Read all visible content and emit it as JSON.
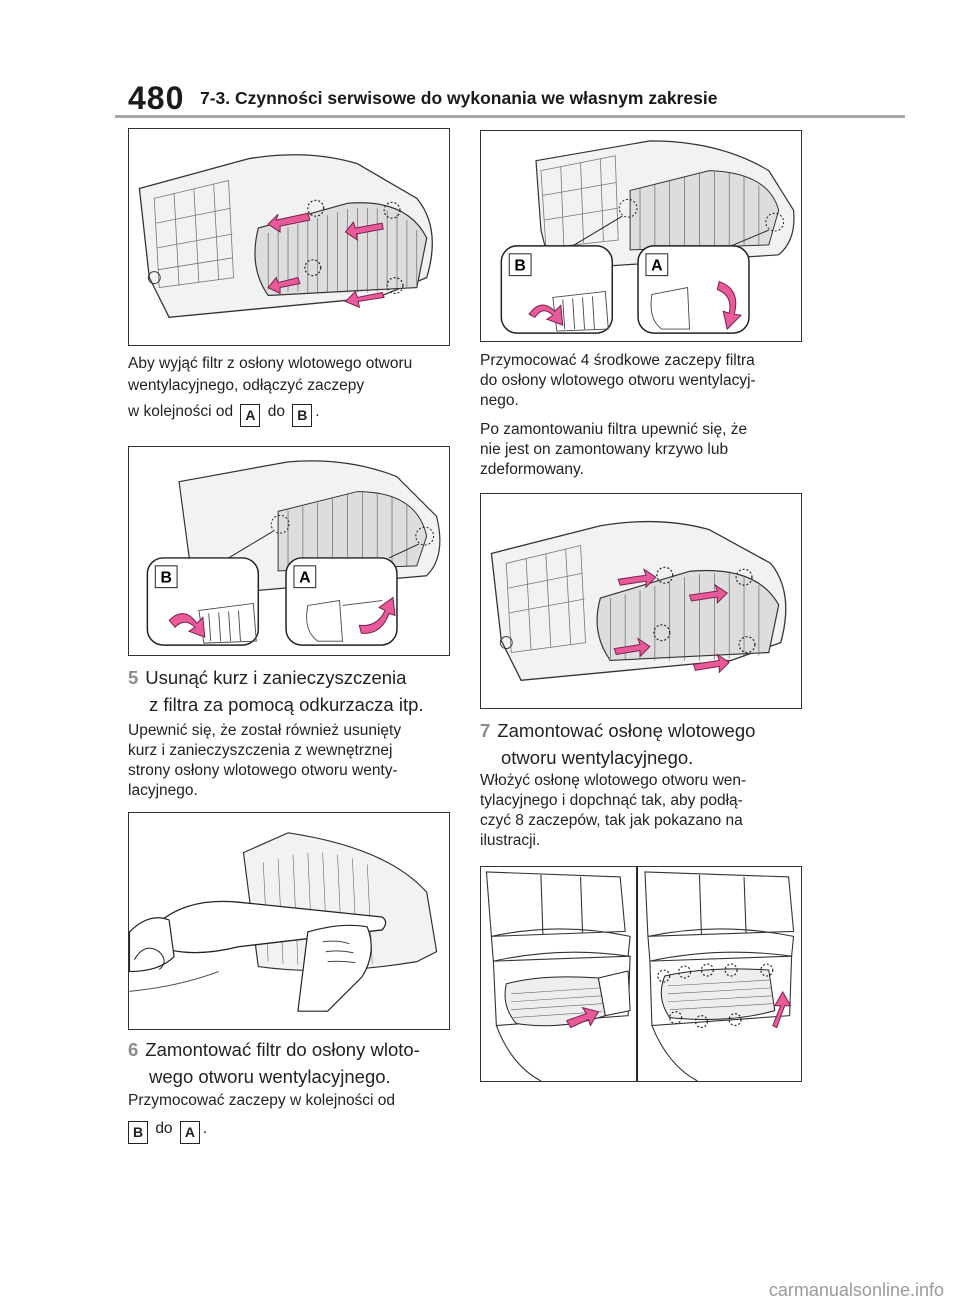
{
  "header": {
    "page_number": "480",
    "section_title": "7-3. Czynności serwisowe do wykonania we własnym zakresie"
  },
  "left": {
    "p1_line1": "Aby wyjąć filtr z osłony wlotowego otworu",
    "p1_line2": "wentylacyjnego, odłączyć zaczepy",
    "p1_line3_a": "w kolejności od",
    "p1_line3_b": "do",
    "p1_line3_c": ".",
    "step5_num": "5",
    "step5_line1": "Usunąć kurz i zanieczyszczenia",
    "step5_line2": "z filtra za pomocą odkurzacza itp.",
    "step5_body": [
      "Upewnić się, że został również usunięty",
      "kurz i zanieczyszczenia z wewnętrznej",
      "strony osłony wlotowego otworu wenty-",
      "lacyjnego."
    ],
    "step6_num": "6",
    "step6_line1": "Zamontować filtr do osłony wloto-",
    "step6_line2": "wego otworu wentylacyjnego.",
    "step6_body_1": "Przymocować zaczepy w kolejności od",
    "step6_body_2": "do",
    "step6_body_3": "."
  },
  "right": {
    "p1": [
      "Przymocować 4 środkowe zaczepy filtra",
      "do osłony wlotowego otworu wentylacyj-",
      "nego."
    ],
    "p2": [
      "Po zamontowaniu filtra upewnić się, że",
      "nie jest on zamontowany krzywo lub",
      "zdeformowany."
    ],
    "step7_num": "7",
    "step7_line1": "Zamontować osłonę wlotowego",
    "step7_line2": "otworu wentylacyjnego.",
    "step7_body": [
      "Włożyć osłonę wlotowego otworu wen-",
      "tylacyjnego i dopchnąć tak, aby podłą-",
      "czyć 8 zaczepów, tak jak pokazano na",
      "ilustracji."
    ]
  },
  "labels": {
    "a": "A",
    "b": "B"
  },
  "watermark": "carmanualsonline.info",
  "colors": {
    "arrow": "#e85a9a",
    "arrow_outline": "#7a1f4f",
    "rule": "#a8a8a8",
    "step_number": "#8c8c8c"
  }
}
